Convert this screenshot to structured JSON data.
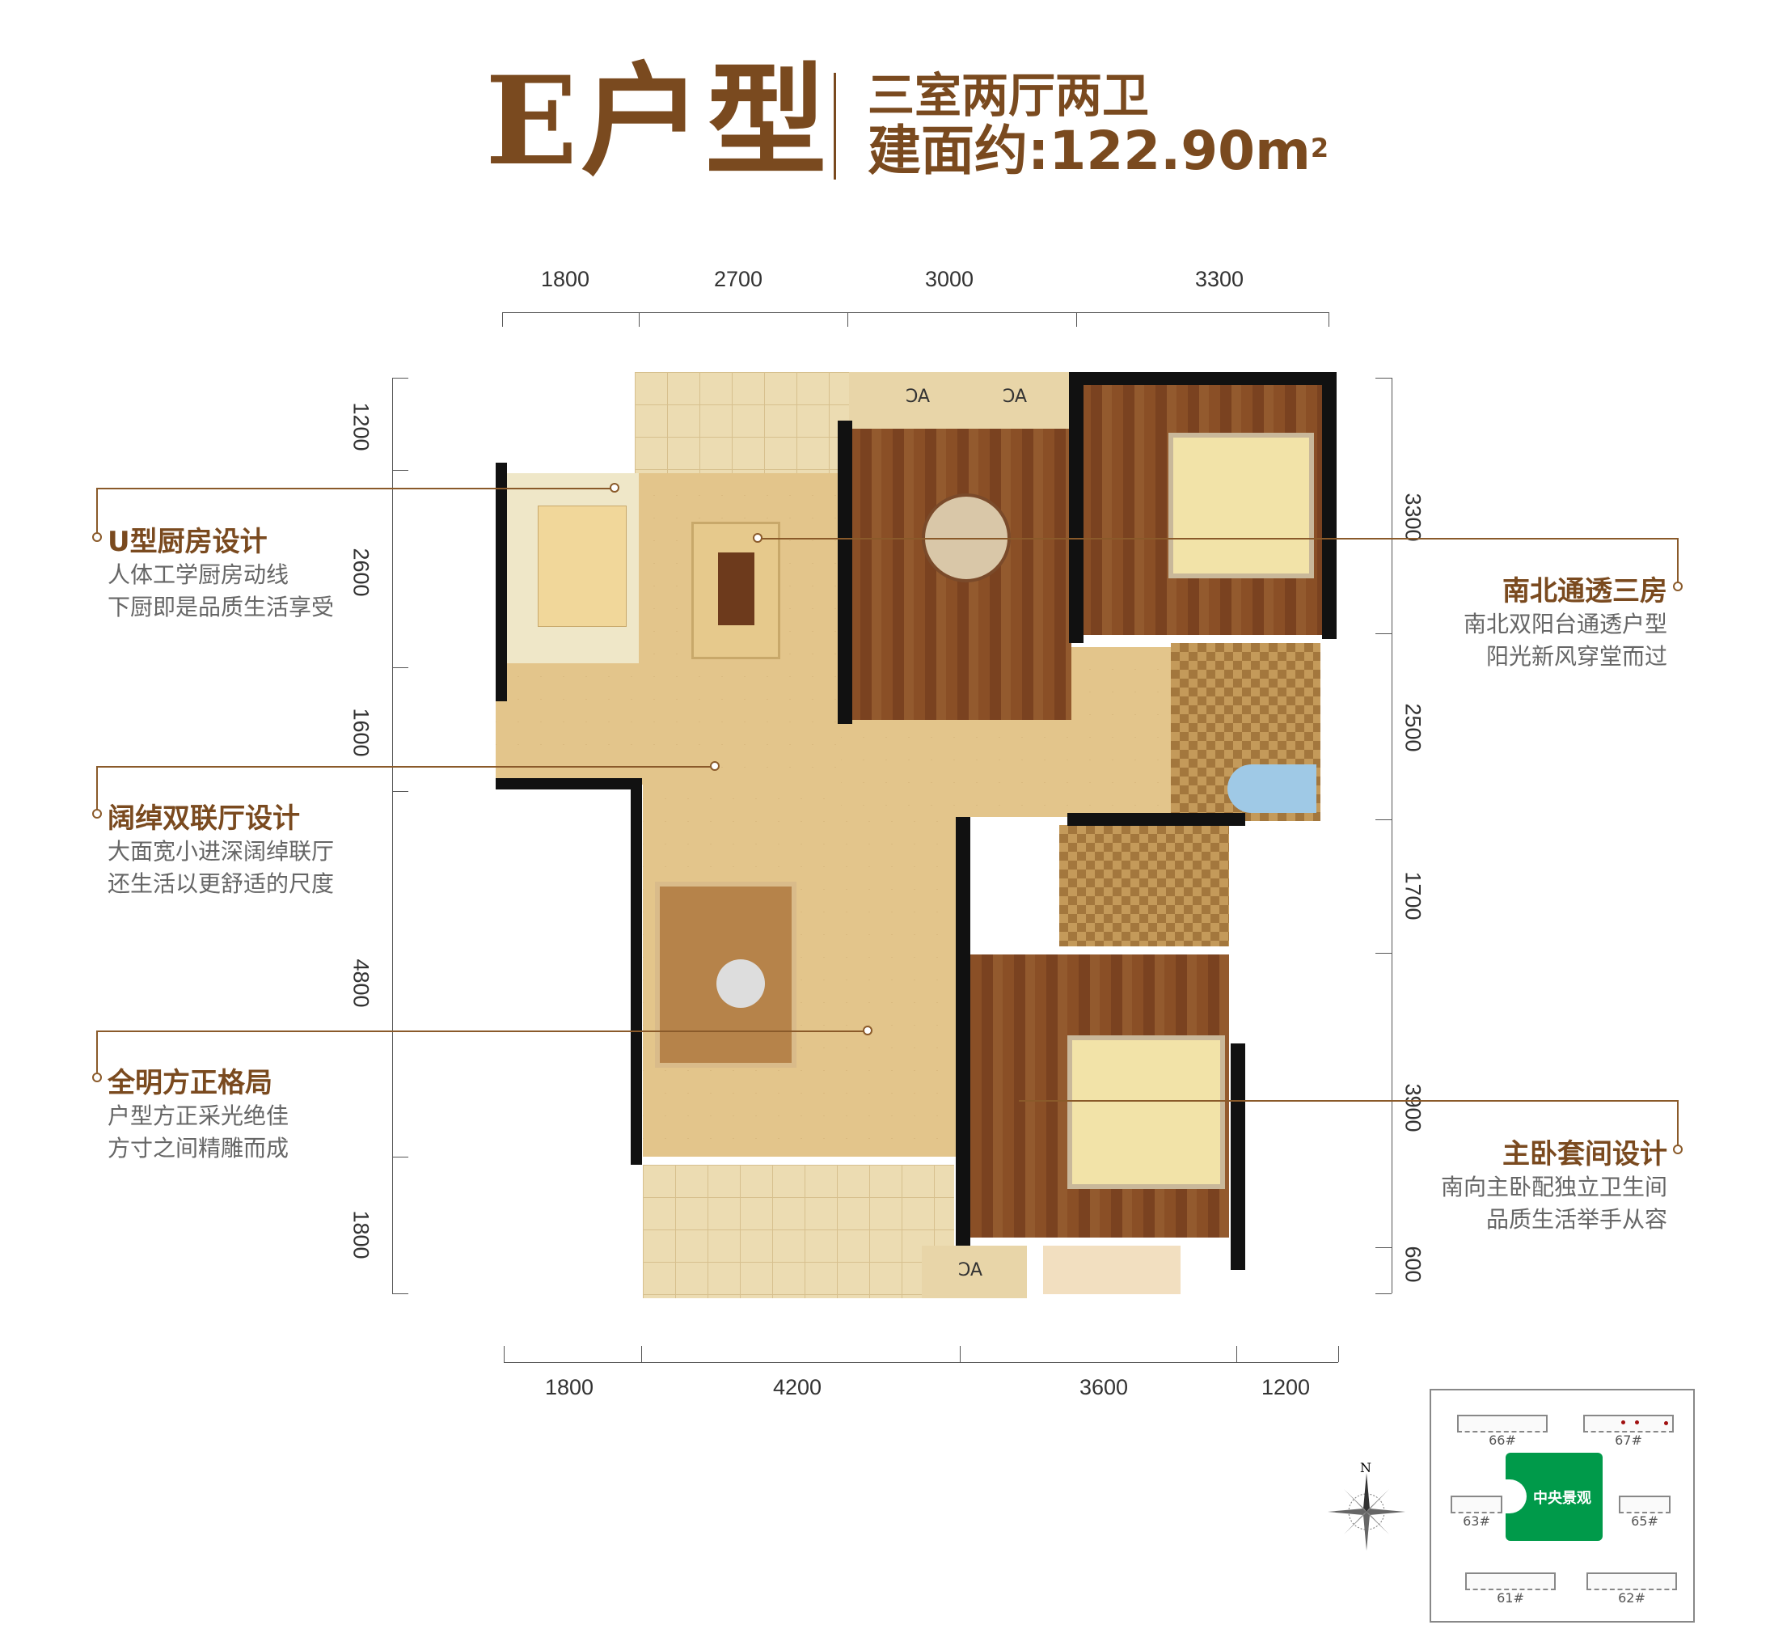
{
  "header": {
    "title": "E户型",
    "layout": "三室两厅两卫",
    "area_label": "建面约:122.90m",
    "area_sup": "2"
  },
  "dimensions": {
    "top": [
      "1800",
      "2700",
      "3000",
      "3300"
    ],
    "bottom": [
      "1800",
      "4200",
      "3600",
      "1200"
    ],
    "left": [
      "1200",
      "2600",
      "1600",
      "4800",
      "1800"
    ],
    "right": [
      "3300",
      "2500",
      "1700",
      "3900",
      "600"
    ]
  },
  "callouts": {
    "left": [
      {
        "title": "U型厨房设计",
        "lines": [
          "人体工学厨房动线",
          "下厨即是品质生活享受"
        ]
      },
      {
        "title": "阔绰双联厅设计",
        "lines": [
          "大面宽小进深阔绰联厅",
          "还生活以更舒适的尺度"
        ]
      },
      {
        "title": "全明方正格局",
        "lines": [
          "户型方正采光绝佳",
          "方寸之间精雕而成"
        ]
      }
    ],
    "right": [
      {
        "title": "南北通透三房",
        "lines": [
          "南北双阳台通透户型",
          "阳光新风穿堂而过"
        ]
      },
      {
        "title": "主卧套间设计",
        "lines": [
          "南向主卧配独立卫生间",
          "品质生活举手从容"
        ]
      }
    ]
  },
  "floorplan": {
    "ac_label": "AC",
    "compass_label": "N"
  },
  "site_map": {
    "center_label": "中央景观",
    "buildings": [
      "66#",
      "67#",
      "63#",
      "65#",
      "61#",
      "62#"
    ]
  },
  "colors": {
    "brand": "#7a4a1f",
    "green": "#009a4a"
  }
}
